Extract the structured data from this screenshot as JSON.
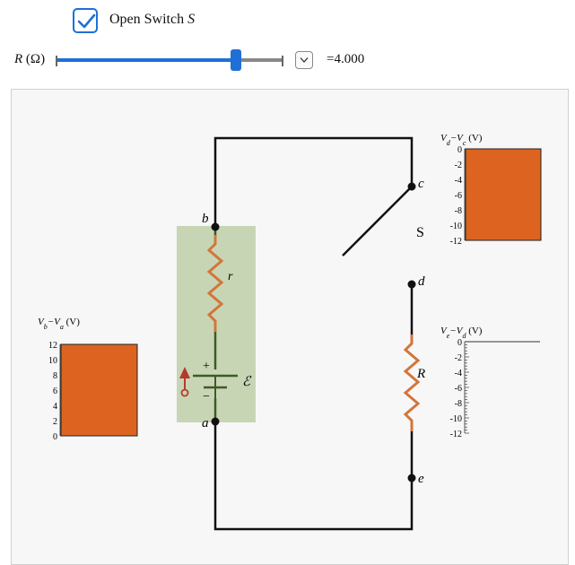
{
  "controls": {
    "switch_checkbox": {
      "label_prefix": "Open Switch",
      "label_var": "S",
      "checked": true
    },
    "resistance": {
      "label_prefix": "R",
      "label_unit": "(Ω)",
      "value_text": "=4.000",
      "slider_fraction": 0.81
    }
  },
  "circuit": {
    "node_labels": {
      "a": "a",
      "b": "b",
      "c": "c",
      "d": "d",
      "e": "e"
    },
    "switch_label": "S",
    "internal_resistor_label": "r",
    "load_resistor_label": "R",
    "emf_label": "ℰ",
    "plus_sign": "+",
    "minus_sign": "−"
  },
  "meters": [
    {
      "id": "vb_va",
      "title_html": "V",
      "title": "Vb−Va (V)",
      "title_parts": [
        "V",
        "b",
        "−V",
        "a",
        " (V)"
      ],
      "ticks": [
        "12",
        "10",
        "8",
        "6",
        "4",
        "2",
        "0"
      ],
      "range": [
        0,
        12
      ],
      "value": 12,
      "direction": "up"
    },
    {
      "id": "vd_vc",
      "title": "Vd−Vc (V)",
      "title_parts": [
        "V",
        "d",
        "−V",
        "c",
        " (V)"
      ],
      "ticks": [
        "0",
        "-2",
        "-4",
        "-6",
        "-8",
        "-10",
        "-12"
      ],
      "range": [
        0,
        -12
      ],
      "value": -12,
      "direction": "down"
    },
    {
      "id": "ve_vd",
      "title": "Ve−Vd (V)",
      "title_parts": [
        "V",
        "e",
        "−V",
        "d",
        " (V)"
      ],
      "ticks": [
        "0",
        "-2",
        "-4",
        "-6",
        "-8",
        "-10",
        "-12"
      ],
      "range": [
        0,
        -12
      ],
      "value": 0,
      "direction": "down"
    }
  ],
  "colors": {
    "accent": "#1f6fd8",
    "bar_fill": "#dc6420",
    "resistor": "#d2763a",
    "battery_box": "#c8d5b5",
    "wire": "#111111",
    "inner_wire": "#3e5a26",
    "arrow": "#b53a2c"
  }
}
